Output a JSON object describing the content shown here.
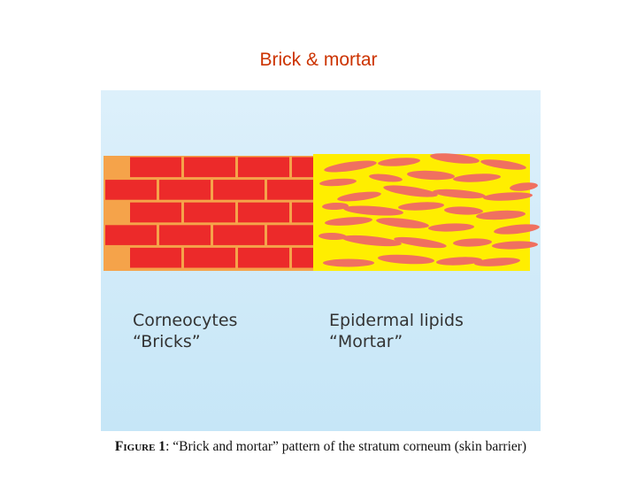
{
  "slide": {
    "title": "Brick & mortar"
  },
  "diagram": {
    "colors": {
      "panel_top": "#ddf0fb",
      "panel_bottom": "#c6e6f7",
      "brick": "#ec2a2a",
      "mortar_lines": "#f5a34a",
      "lipid_matrix": "#ffee00",
      "lipid_ellipse": "#f07060"
    },
    "bricks_label": {
      "line1": "Corneocytes",
      "line2": "“Bricks”"
    },
    "mortar_label": {
      "line1": "Epidermal lipids",
      "line2": "“Mortar”"
    }
  },
  "caption": {
    "figure_label": "Figure 1",
    "separator": ":",
    "text": " “Brick and mortar” pattern of the stratum corneum (skin barrier)"
  }
}
